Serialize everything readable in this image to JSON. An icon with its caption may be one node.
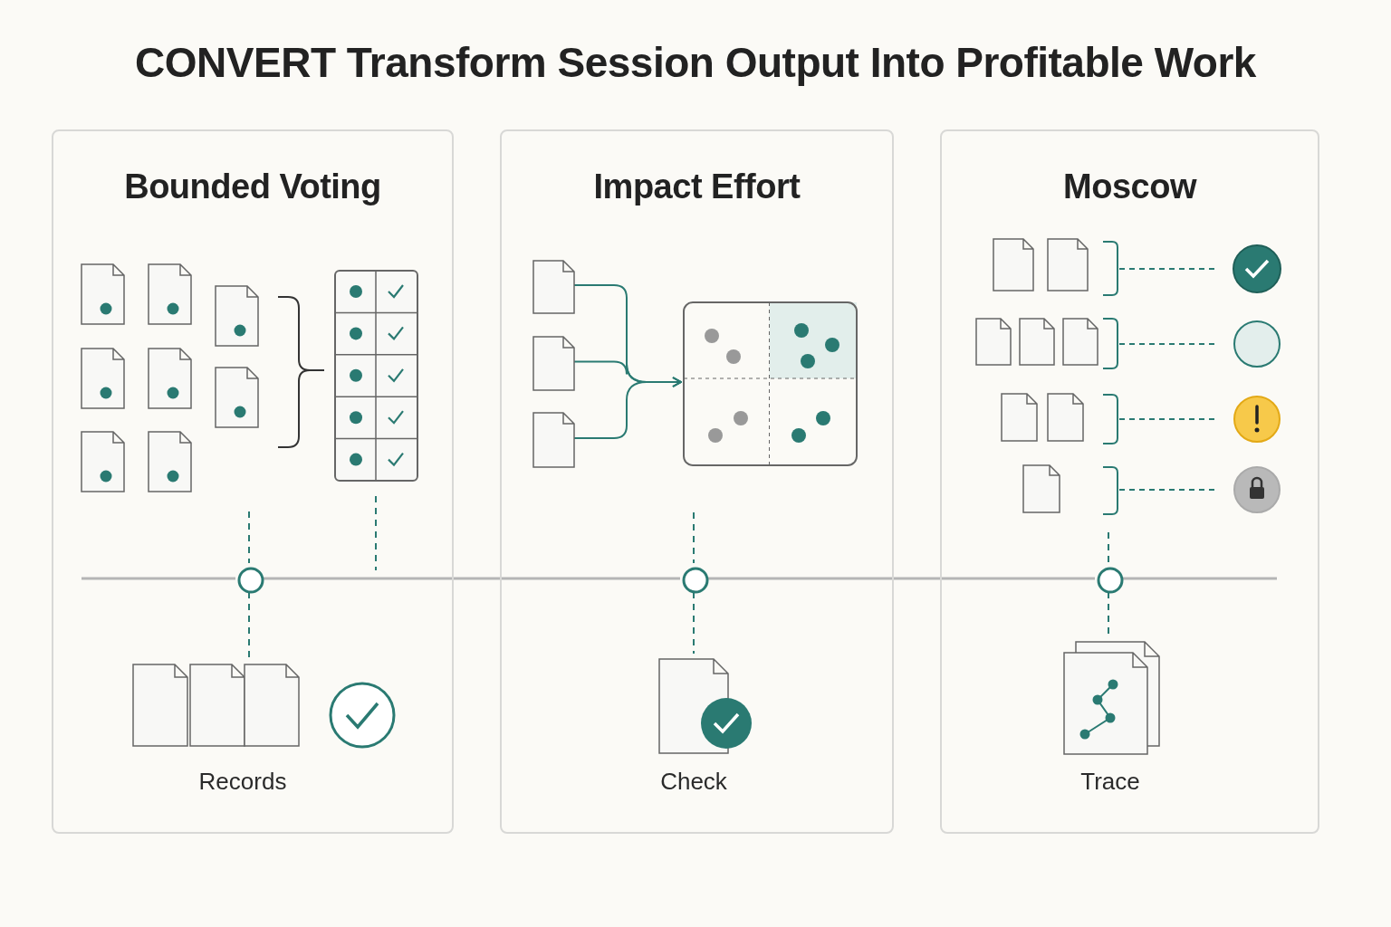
{
  "diagram": {
    "title": "CONVERT Transform Session Output Into Profitable Work",
    "nodes": [
      {
        "text": [
          "Bounded Voting"
        ]
      },
      {
        "text": [
          "Impact Effort"
        ]
      },
      {
        "text": [
          "Moscow"
        ]
      },
      {
        "text": [],
        "shape": "document",
        "in": 1
      },
      {
        "text": [],
        "shape": "document",
        "in": 1
      },
      {
        "text": [],
        "shape": "document",
        "in": 1
      },
      {
        "text": [],
        "shape": "box",
        "in": 1
      },
      {
        "text": [],
        "shape": "circle",
        "in": 0
      },
      {
        "text": [],
        "shape": "circle",
        "in": 1
      },
      {
        "text": [],
        "shape": "circle",
        "in": 2
      },
      {
        "text": [
          "Records"
        ],
        "in": 0
      },
      {
        "text": [
          "Check"
        ],
        "in": 1
      },
      {
        "text": [
          "Trace"
        ],
        "in": 2
      }
    ],
    "edges": [
      {
        "from": 3,
        "to": 6,
        "arrow": "to"
      },
      {
        "from": 4,
        "to": 6,
        "arrow": "to"
      },
      {
        "from": 5,
        "to": 6,
        "arrow": "to"
      },
      {
        "from": 7,
        "to": 8,
        "arrow": "none",
        "color": "#b5b5b5"
      },
      {
        "from": 8,
        "to": 9,
        "arrow": "none",
        "color": "#b5b5b5"
      },
      {
        "from": 7,
        "to": 10,
        "arrow": "none",
        "style": "dashed"
      },
      {
        "from": 8,
        "to": 11,
        "arrow": "none",
        "style": "dashed"
      },
      {
        "from": 9,
        "to": 12,
        "arrow": "none",
        "style": "dashed"
      }
    ]
  }
}
